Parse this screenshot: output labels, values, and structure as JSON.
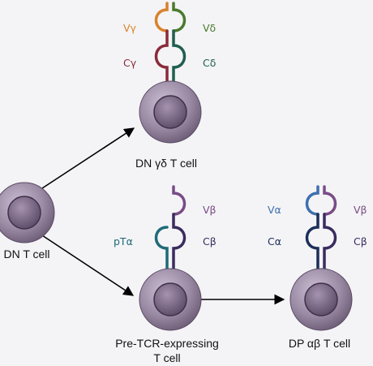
{
  "cells": {
    "dn": "DN T cell",
    "gd": "DN γδ T cell",
    "pre_line1": "Pre-TCR-expressing",
    "pre_line2": "T cell",
    "dp": "DP αβ T cell"
  },
  "receptors": {
    "gd": {
      "left_v": "Vγ",
      "left_c": "Cγ",
      "right_v": "Vδ",
      "right_c": "Cδ",
      "left_v_color": "#d9822b",
      "left_c_color": "#8b2a3a",
      "right_v_color": "#4a7a2e",
      "right_c_color": "#1f5e50"
    },
    "pre": {
      "left_c": "pTα",
      "right_v": "Vβ",
      "right_c": "Cβ",
      "left_c_color": "#1f6a78",
      "right_v_color": "#7a4b86",
      "right_c_color": "#3a2c5e"
    },
    "dp": {
      "left_v": "Vα",
      "left_c": "Cα",
      "right_v": "Vβ",
      "right_c": "Cβ",
      "left_v_color": "#3e6fb0",
      "left_c_color": "#1c2f5a",
      "right_v_color": "#7a4b86",
      "right_c_color": "#3a2c5e"
    }
  },
  "colors": {
    "cell_outer": "#8e7e97",
    "cell_inner": "#6b5a76",
    "arrow": "#000000"
  }
}
